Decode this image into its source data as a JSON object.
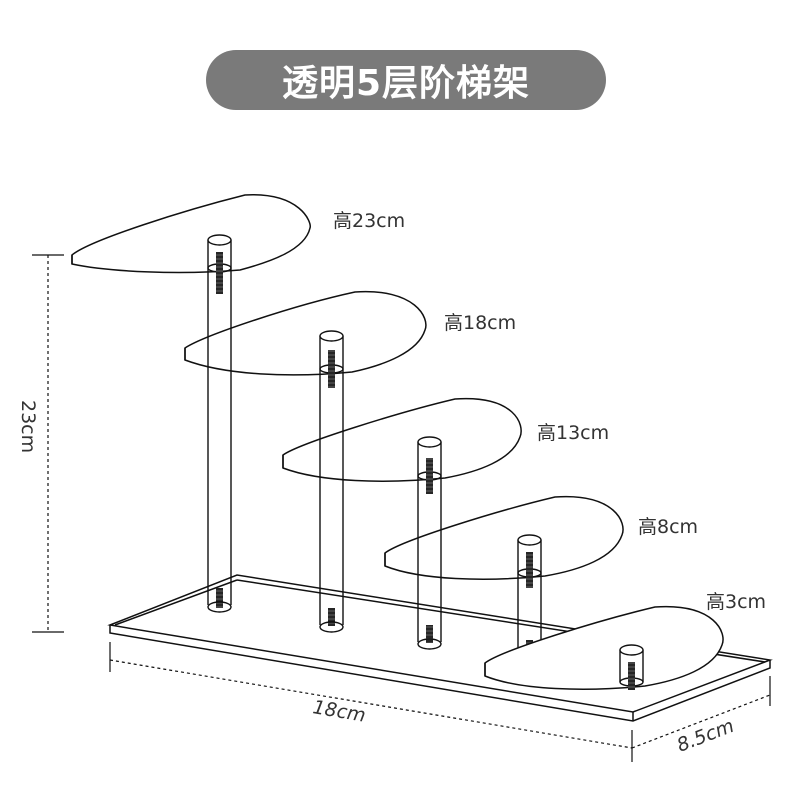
{
  "title": "透明5层阶梯架",
  "tiers": [
    {
      "label": "高23cm"
    },
    {
      "label": "高18cm"
    },
    {
      "label": "高13cm"
    },
    {
      "label": "高8cm"
    },
    {
      "label": "高3cm"
    }
  ],
  "dimensions": {
    "height": "23cm",
    "length": "18cm",
    "depth": "8.5cm"
  },
  "colors": {
    "title_background": "#7a7a7a",
    "title_text": "#ffffff",
    "line": "#111111",
    "label_text": "#333333"
  }
}
